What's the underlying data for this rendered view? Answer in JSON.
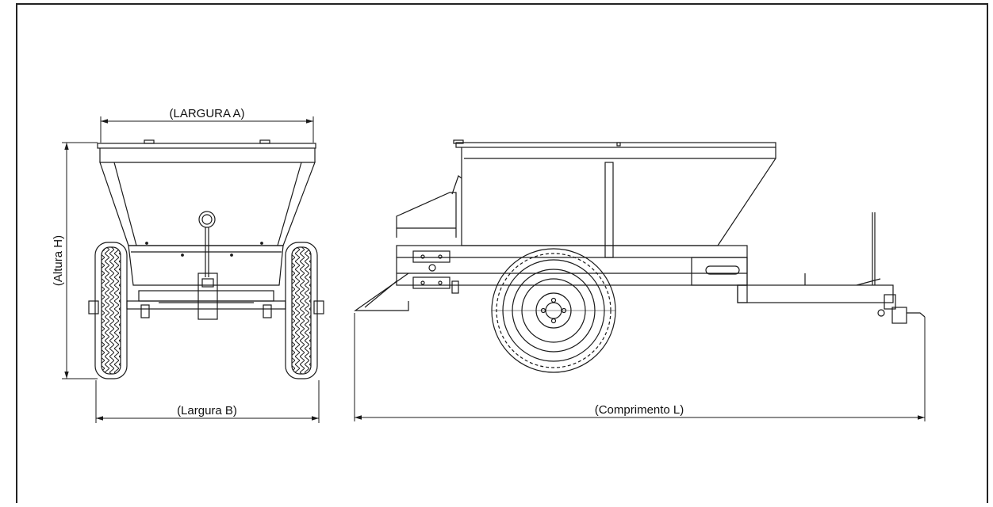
{
  "dimensions": {
    "width_a": "(LARGURA A)",
    "width_b": "(Largura B)",
    "height_h": "(Altura H)",
    "length_l": "(Comprimento L)"
  },
  "colors": {
    "line": "#1a1a1a",
    "frame": "#222222",
    "background": "#ffffff"
  }
}
